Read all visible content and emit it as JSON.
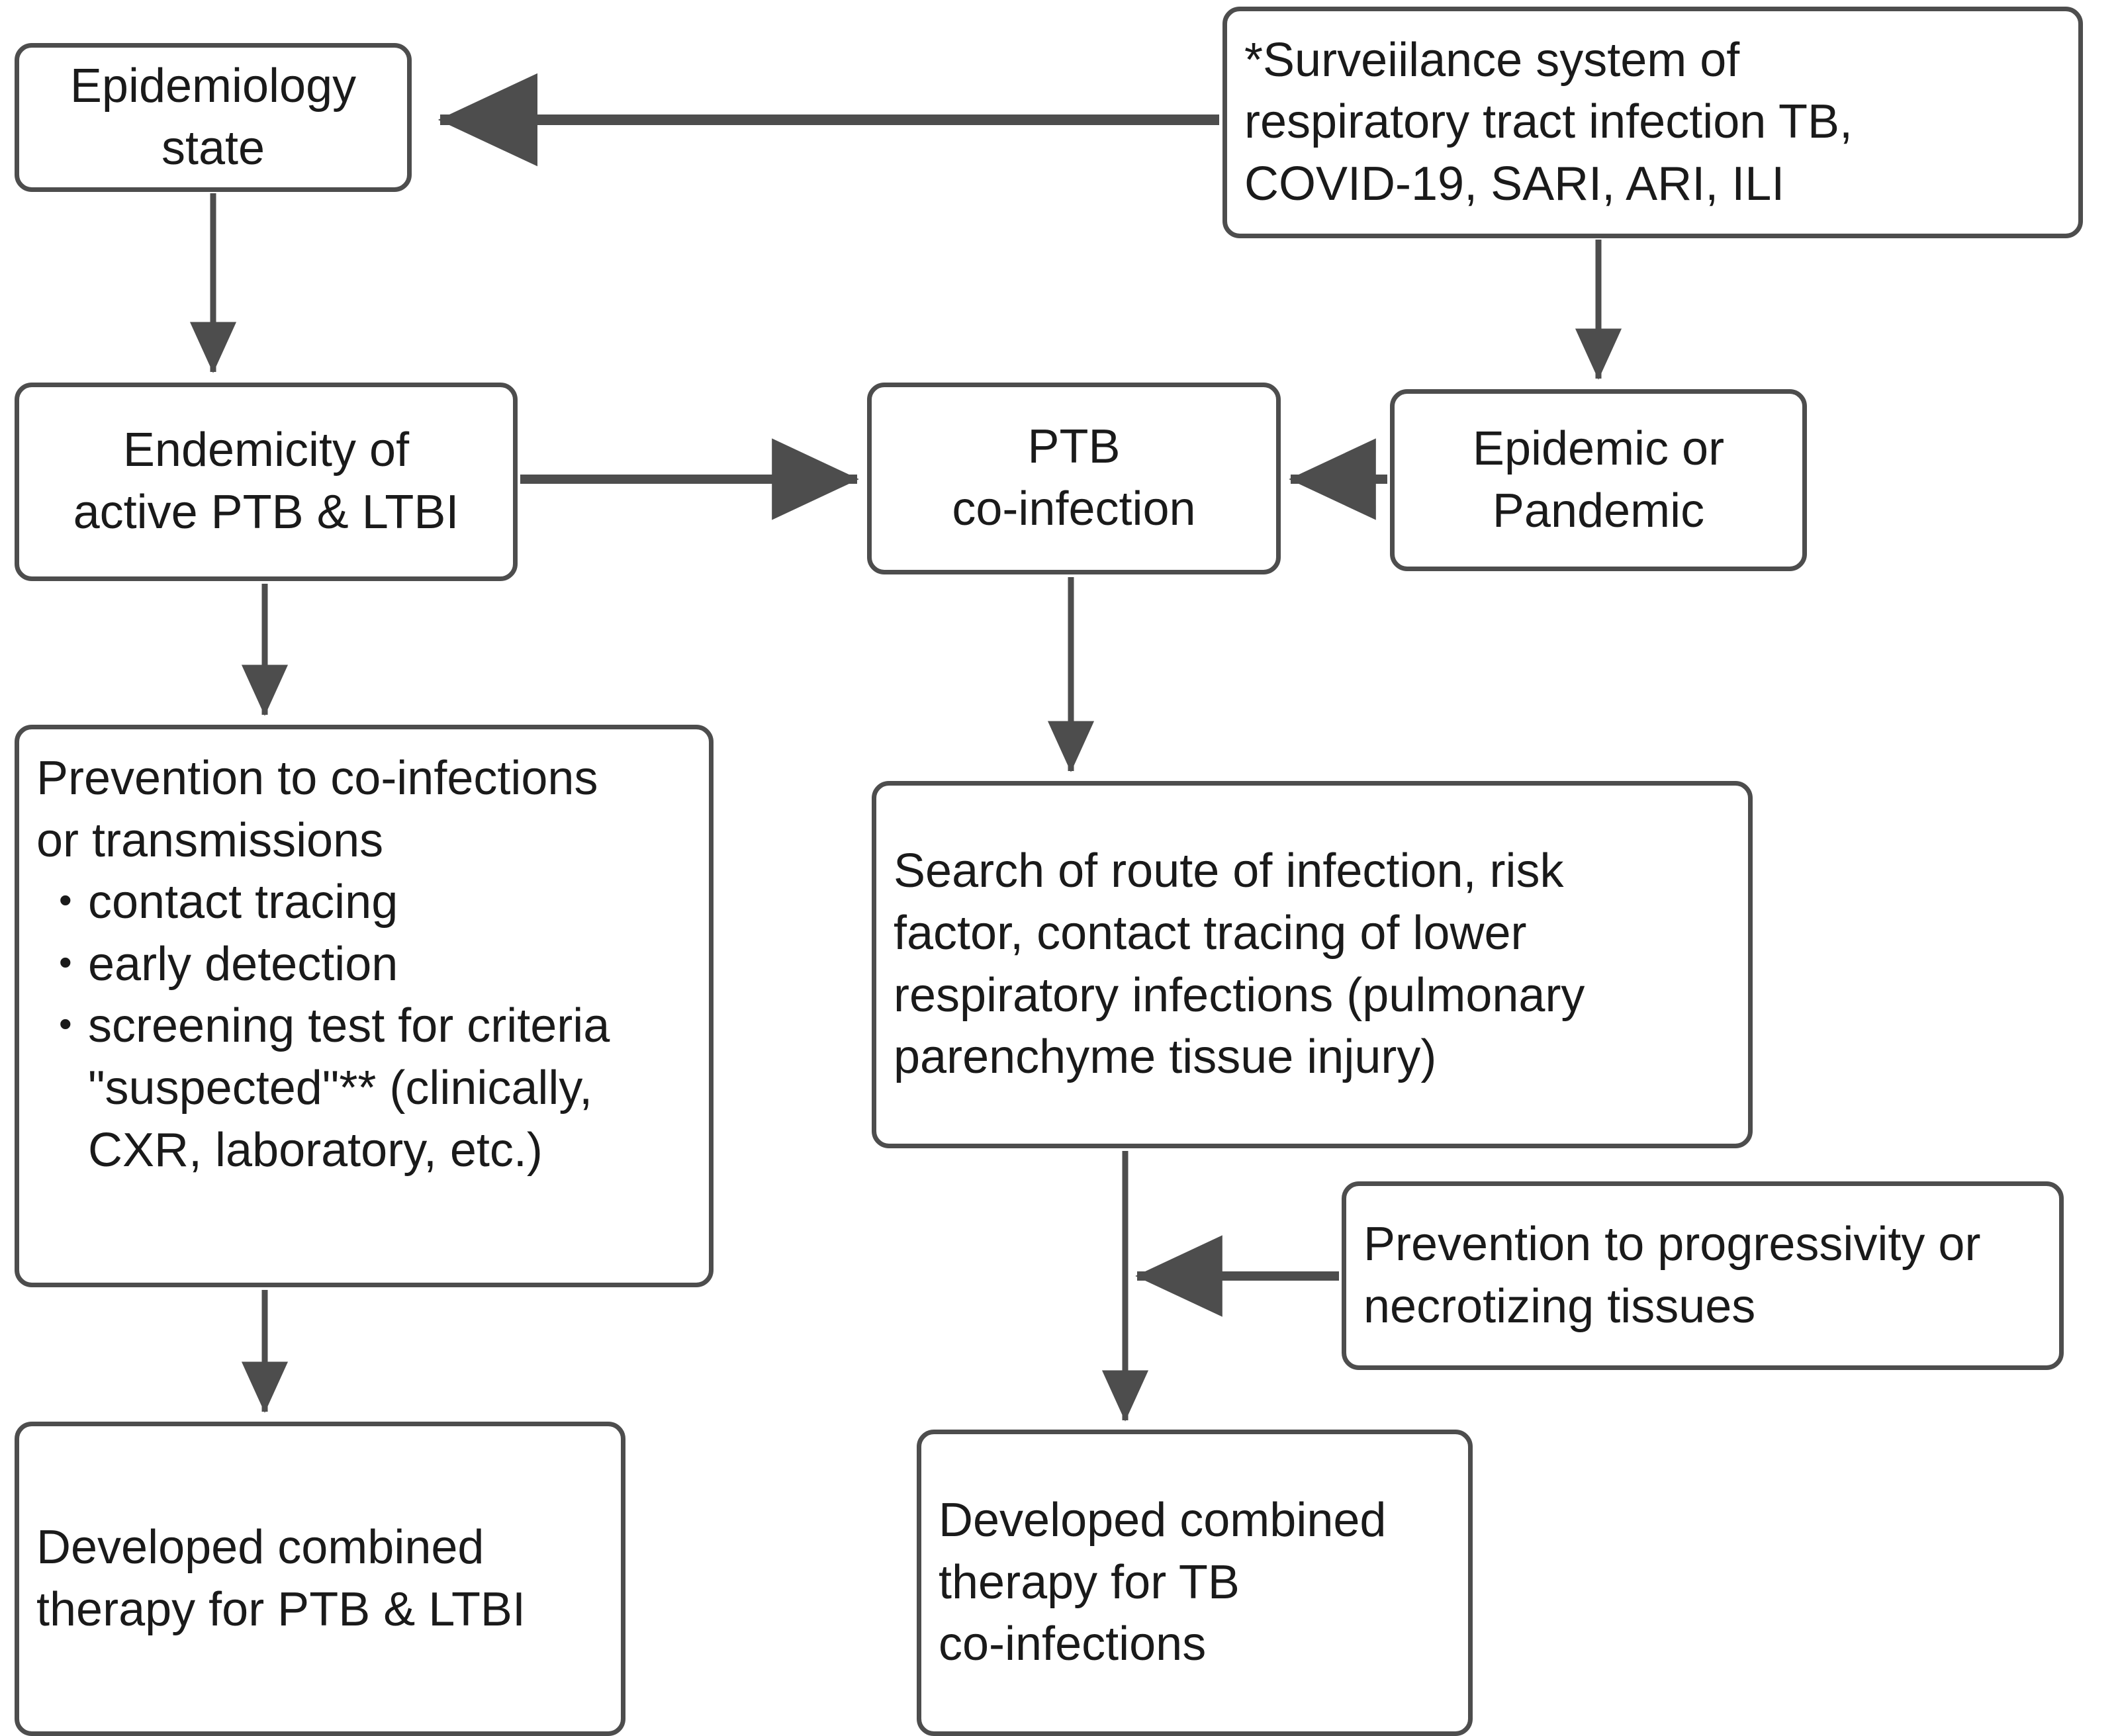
{
  "diagram": {
    "title": "PTB and respiratory co-infection surveillance and management flowchart",
    "stroke_color": "#4d4d4d",
    "text_color": "#1a1a1a",
    "background_color": "#ffffff",
    "nodes": {
      "epidemiology_state": {
        "lines": [
          "Epidemiology",
          "state"
        ]
      },
      "surveillance_system": {
        "lines": [
          "*Surveiilance system of",
          "respiratory tract infection TB,",
          "COVID-19, SARI, ARI, ILI"
        ]
      },
      "endemicity": {
        "lines": [
          "Endemicity of",
          "active PTB & LTBI"
        ]
      },
      "ptb_coinfection": {
        "lines": [
          "PTB",
          "co-infection"
        ]
      },
      "epidemic_or_pandemic": {
        "lines": [
          "Epidemic or",
          "Pandemic"
        ]
      },
      "prevention_coinfections": {
        "heading": [
          "Prevention to co-infections",
          "or transmissions"
        ],
        "bullets": [
          "contact tracing",
          "early detection",
          "screening test for criteria \"suspected\"** (clinically, CXR, laboratory, etc.)"
        ]
      },
      "search_route": {
        "lines": [
          "Search of route of infection, risk",
          "factor, contact tracing of lower",
          "respiratory infections (pulmonary",
          "parenchyme tissue injury)"
        ]
      },
      "prevention_progressivity": {
        "lines": [
          "Prevention to progressivity or",
          "necrotizing tissues"
        ]
      },
      "therapy_ptb_ltbi": {
        "lines": [
          "Developed combined",
          "therapy for PTB & LTBI"
        ]
      },
      "therapy_tb_coinfections": {
        "lines": [
          "Developed combined",
          "therapy for TB",
          "co-infections"
        ]
      }
    },
    "edges": [
      {
        "from": "surveillance_system",
        "to": "epidemiology_state",
        "direction": "left"
      },
      {
        "from": "epidemiology_state",
        "to": "endemicity",
        "direction": "down"
      },
      {
        "from": "surveillance_system",
        "to": "epidemic_or_pandemic",
        "direction": "down"
      },
      {
        "from": "endemicity",
        "to": "ptb_coinfection",
        "direction": "right"
      },
      {
        "from": "epidemic_or_pandemic",
        "to": "ptb_coinfection",
        "direction": "left"
      },
      {
        "from": "endemicity",
        "to": "prevention_coinfections",
        "direction": "down"
      },
      {
        "from": "ptb_coinfection",
        "to": "search_route",
        "direction": "down"
      },
      {
        "from": "prevention_coinfections",
        "to": "therapy_ptb_ltbi",
        "direction": "down"
      },
      {
        "from": "search_route",
        "to": "therapy_tb_coinfections",
        "direction": "down"
      },
      {
        "from": "prevention_progressivity",
        "to": "search_route_to_therapy_edge",
        "direction": "left"
      }
    ]
  }
}
